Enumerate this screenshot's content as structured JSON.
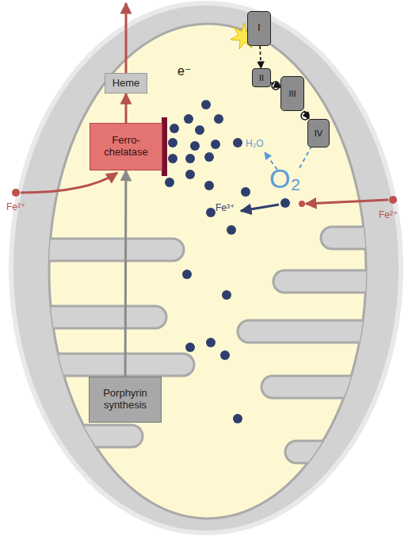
{
  "diagram": {
    "nodes": [
      {
        "text": [
          "Heme"
        ]
      },
      {
        "text": [
          "Ferro- chelatase"
        ]
      },
      {
        "text": [
          "Porphyrin synthesis"
        ]
      },
      {
        "text": [
          "I"
        ]
      },
      {
        "text": [
          "II"
        ]
      },
      {
        "text": [
          "III"
        ]
      },
      {
        "text": [
          "IV"
        ]
      }
    ],
    "edges": [
      {
        "from": 2,
        "to": 1,
        "arrow": "to"
      },
      {
        "from": 1,
        "to": 0,
        "arrow": "to"
      },
      {
        "from": 3,
        "to": 4,
        "arrow": "to"
      },
      {
        "from": 4,
        "to": 5,
        "arrow": "to"
      },
      {
        "from": 5,
        "to": 6,
        "arrow": "to"
      }
    ],
    "labels": [
      "e⁻",
      "H₂O",
      "O₂",
      "Fe³⁺",
      "Fe²⁺",
      "Fe²⁺"
    ]
  }
}
